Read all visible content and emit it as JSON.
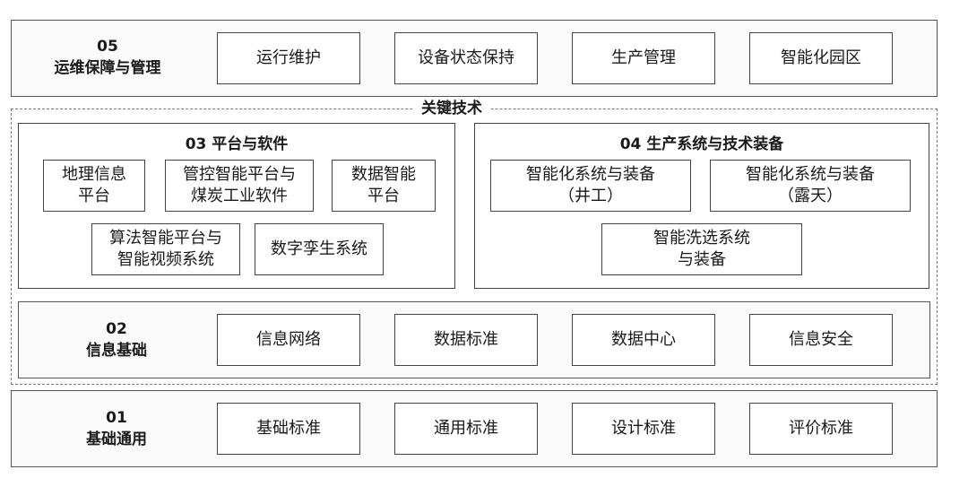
{
  "layer05": {
    "num": "05",
    "name": "运维保障与管理",
    "items": [
      "运行维护",
      "设备状态保持",
      "生产管理",
      "智能化园区"
    ]
  },
  "key_tech": {
    "title": "关键技术",
    "layer03": {
      "title": "03 平台与软件",
      "items": [
        "地理信息\n平台",
        "管控智能平台与\n煤炭工业软件",
        "数据智能\n平台",
        "算法智能平台与\n智能视频系统",
        "数字孪生系统"
      ]
    },
    "layer04": {
      "title": "04 生产系统与技术装备",
      "items": [
        "智能化系统与装备\n（井工）",
        "智能化系统与装备\n（露天）",
        "智能洗选系统\n与装备"
      ]
    },
    "layer02": {
      "num": "02",
      "name": "信息基础",
      "items": [
        "信息网络",
        "数据标准",
        "数据中心",
        "信息安全"
      ]
    }
  },
  "layer01": {
    "num": "01",
    "name": "基础通用",
    "items": [
      "基础标准",
      "通用标准",
      "设计标准",
      "评价标准"
    ]
  }
}
